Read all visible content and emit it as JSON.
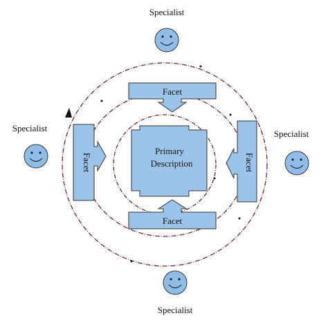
{
  "diagram": {
    "specialists": {
      "top": "Specialist",
      "left": "Specialist",
      "right": "Specialist",
      "bottom": "Specialist"
    },
    "facets": {
      "top": "Facet",
      "left": "Facet",
      "right": "Facet",
      "bottom": "Facet"
    },
    "primary": {
      "line1": "Primary",
      "line2": "Description"
    }
  },
  "colors": {
    "box_fill": "#9cc3ea",
    "box_stroke": "#333333",
    "face_fill": "#8fbde8",
    "ring_stroke": "#6b2a2a"
  },
  "icons": {
    "specialist": "smiley-face-icon"
  }
}
